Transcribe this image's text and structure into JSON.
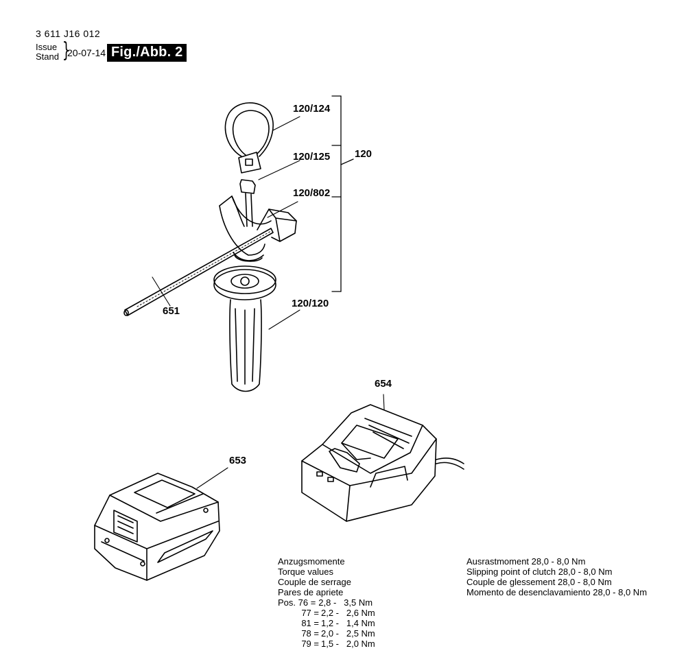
{
  "header": {
    "document_number": "3 611 J16 012",
    "issue_label": "Issue",
    "stand_label": "Stand",
    "issue_date": "20-07-14",
    "figure_label": "Fig./Abb. 2"
  },
  "callouts": {
    "c120_124": "120/124",
    "c120_125": "120/125",
    "c120": "120",
    "c120_802": "120/802",
    "c651": "651",
    "c120_120": "120/120",
    "c654": "654",
    "c653": "653"
  },
  "torque": {
    "lines": [
      "Anzugsmomente",
      "Torque values",
      "Couple de serrage",
      "Pares de apriete"
    ],
    "rows": [
      {
        "label": "Pos. 76 =",
        "value": "2,8 -   3,5 Nm"
      },
      {
        "label": "77 =",
        "value": "2,2 -   2,6 Nm"
      },
      {
        "label": "81 =",
        "value": "1,2 -   1,4 Nm"
      },
      {
        "label": "78 =",
        "value": "2,0 -   2,5 Nm"
      },
      {
        "label": "79 =",
        "value": "1,5 -   2,0 Nm"
      }
    ]
  },
  "clutch": {
    "lines": [
      "Ausrastmoment  28,0 - 8,0 Nm",
      "Slipping point of clutch  28,0 - 8,0 Nm",
      "Couple de glessement  28,0 - 8,0 Nm",
      "Momento de desenclavamiento  28,0 - 8,0 Nm"
    ]
  }
}
